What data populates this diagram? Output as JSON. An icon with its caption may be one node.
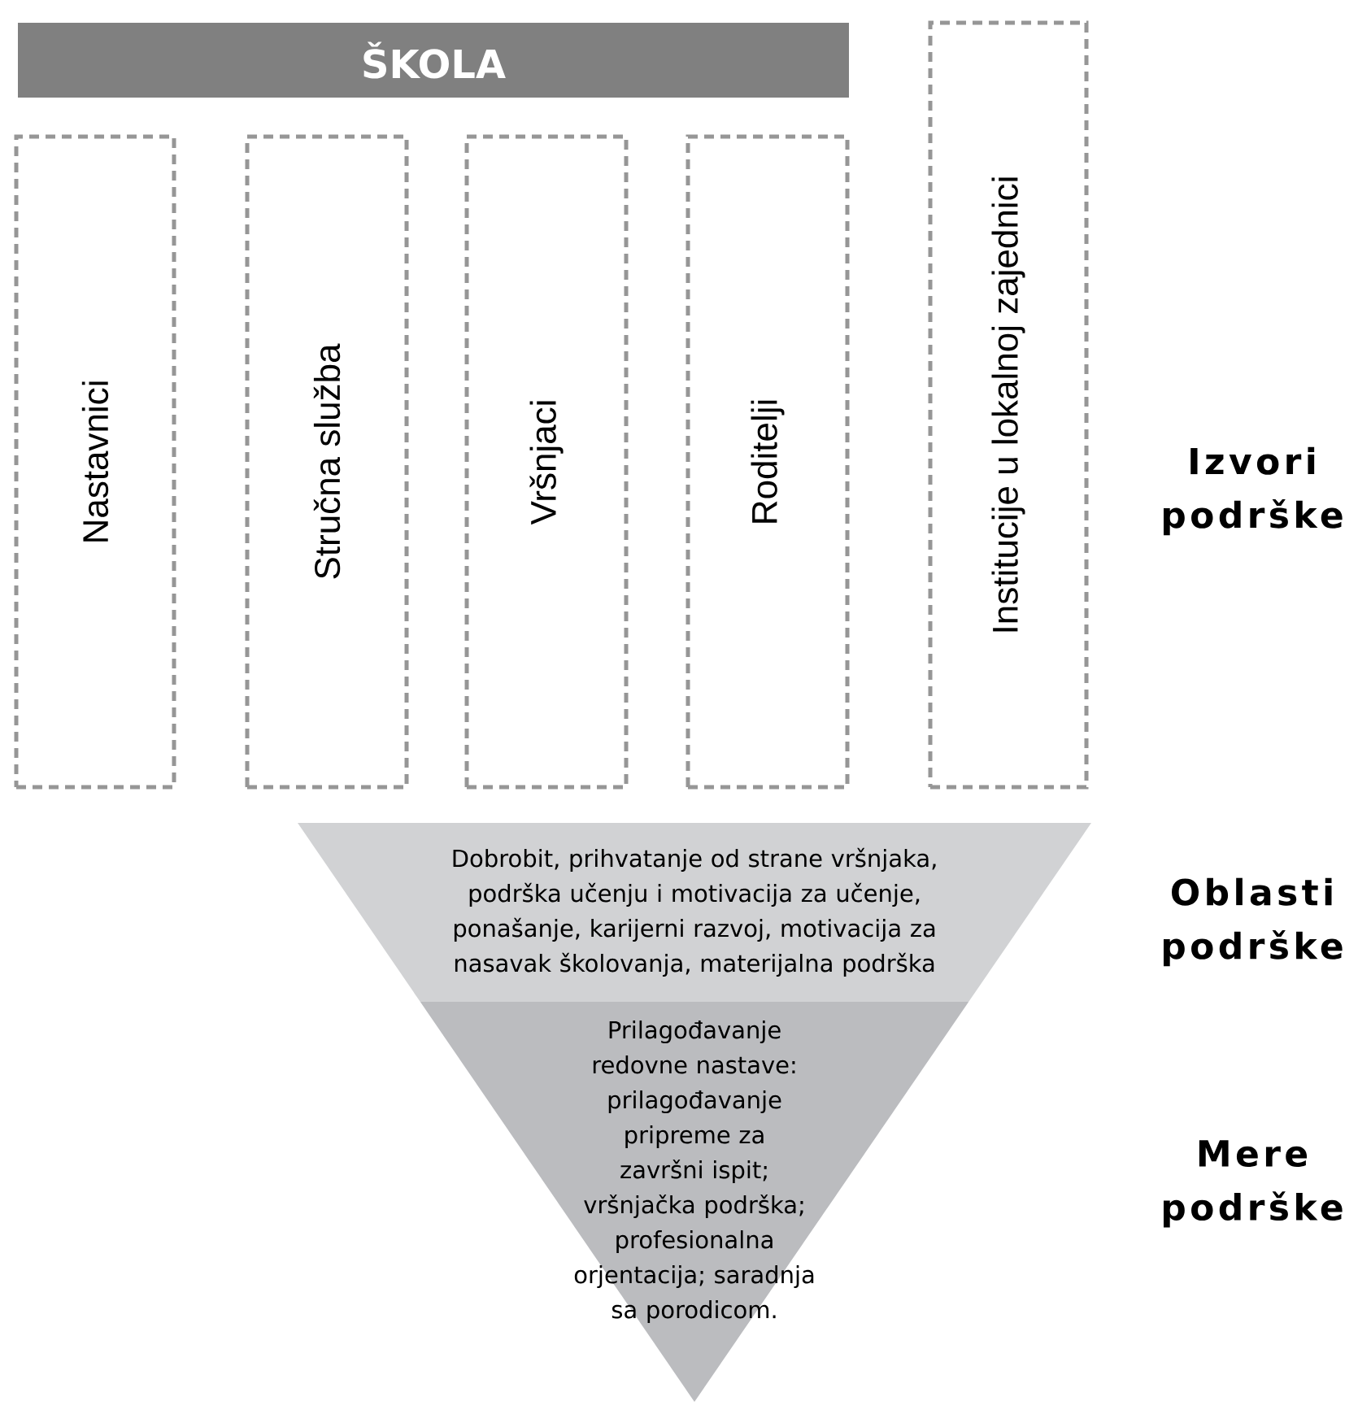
{
  "diagram": {
    "nodes": [
      {
        "text": [
          "ŠKOLA"
        ]
      },
      {
        "text": [
          "Nastavnici"
        ]
      },
      {
        "text": [
          "Stručna služba"
        ]
      },
      {
        "text": [
          "Vršnjaci"
        ]
      },
      {
        "text": [
          "Roditelji"
        ]
      },
      {
        "text": [
          "Institucije u lokalnoj zajednici"
        ]
      },
      {
        "text": [
          "Dobrobit, prihvatanje od strane vršnjaka, podrška učenju i motivacija za učenje, ponašanje, karijerni razvoj, motivacija za nasavak školovanja, materijalna podrška"
        ]
      },
      {
        "text": [
          "Prilagođavanje redovne nastave: prilagođavanje pripreme za završni ispit; vršnjačka podrška; profesionalna orjentacija; saradnja sa porodicom."
        ]
      }
    ],
    "labels": [
      "Izvori podrške",
      "Oblasti podrške",
      "Mere podrške"
    ]
  }
}
